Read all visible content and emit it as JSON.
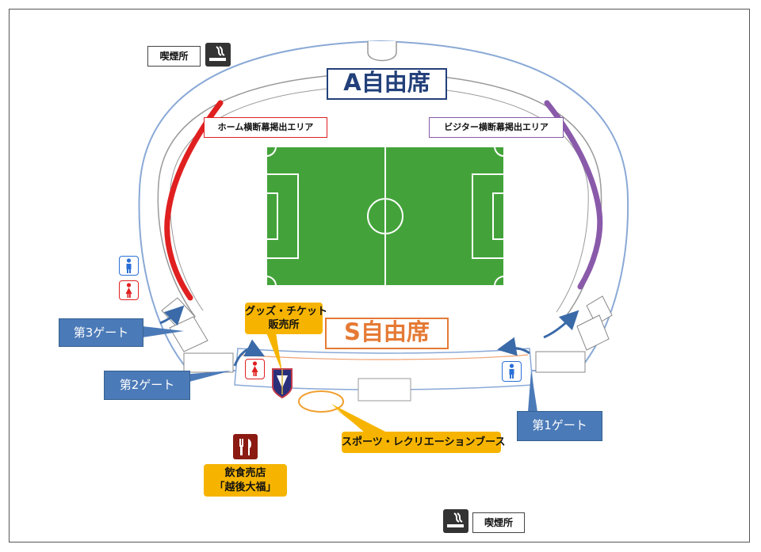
{
  "smoking": {
    "label": "喫煙所",
    "icon": "smoking-area-icon"
  },
  "seats": {
    "a_label": "A自由席",
    "s_label": "S自由席"
  },
  "banners": {
    "home": "ホーム横断幕掲出エリア",
    "visitor": "ビジター横断幕掲出エリア"
  },
  "gates": {
    "g1": "第1ゲート",
    "g2": "第2ゲート",
    "g3": "第3ゲート"
  },
  "goods": {
    "line1": "グッズ・チケット",
    "line2": "販売所",
    "icon": "club-emblem-icon"
  },
  "sports": {
    "label": "スポーツ・レクリエーションブース"
  },
  "food": {
    "line1": "飲食売店",
    "line2": "「越後大福」",
    "icon": "restaurant-icon"
  },
  "colors": {
    "home_area": "#e02020",
    "visitor_area": "#8a5aaa",
    "gate": "#4b7ab8",
    "callout": "#f6b400",
    "pitch": "#43a33a",
    "a_seat": "#23407a",
    "s_seat": "#e57a35",
    "male_restroom": "#2a6fd6",
    "female_restroom": "#e02020"
  }
}
